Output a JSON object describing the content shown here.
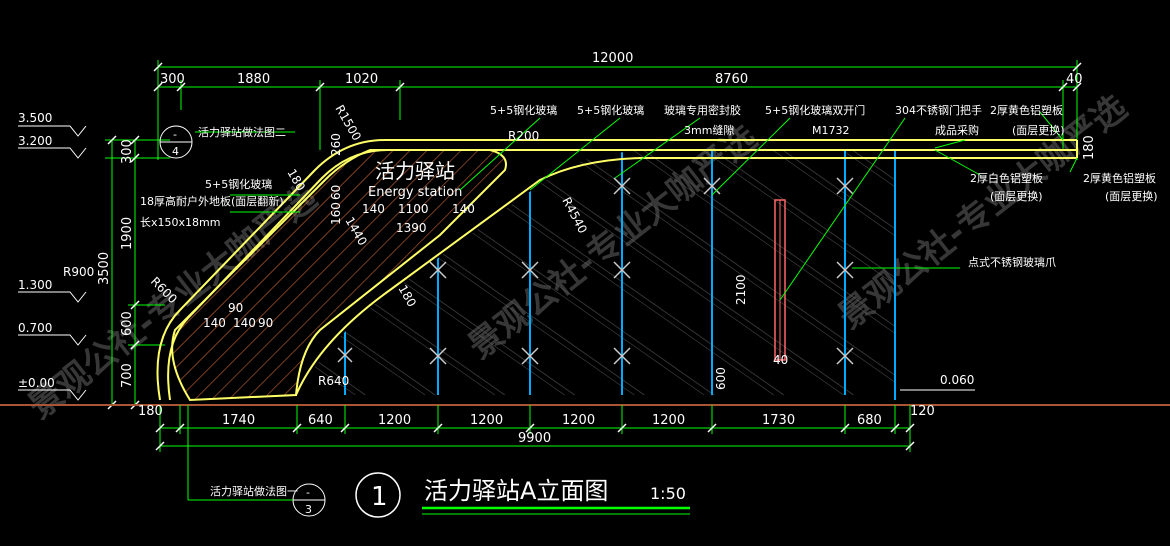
{
  "colors": {
    "background": "#000000",
    "dimension": "#ffffff",
    "roof": "#ffff66",
    "hatch": "#cc6633",
    "mullion": "#00aaff",
    "glass_hatch": "#8a8a8a",
    "green_line": "#00ff00",
    "handle": "#ff6666",
    "title_underline": "#00ff00"
  },
  "top_dims": {
    "overall": "12000",
    "segments": [
      "300",
      "1880",
      "1020",
      "8760",
      "40"
    ]
  },
  "bottom_dims": {
    "overall": "9900",
    "left": "180",
    "right": "120",
    "segments": [
      "1740",
      "640",
      "1200",
      "1200",
      "1200",
      "1200",
      "1730",
      "680"
    ]
  },
  "left_dims": {
    "outer": "3500",
    "upper": [
      "300",
      "1900"
    ],
    "lower": [
      "600",
      "700"
    ]
  },
  "levels": [
    "3.500",
    "3.200",
    "1.300",
    "0.700",
    "±0.00"
  ],
  "right_dim": "180",
  "callouts": {
    "detail_top": {
      "num": "-",
      "sheet": "4",
      "label": "活力驿站做法图二"
    },
    "detail_bottom": {
      "num": "-",
      "sheet": "3",
      "label": "活力驿站做法图一"
    },
    "glass1": "5+5钢化玻璃",
    "glass2": "5+5钢化玻璃",
    "glass3": "5+5钢化玻璃",
    "sealant": "玻璃专用密封胶",
    "gap": "3mm缝隙",
    "door": "5+5钢化玻璃双开门",
    "door_code": "M1732",
    "handle": "304不锈钢门把手",
    "handle2": "成品采购",
    "yellow_panel": "2厚黄色铝塑板",
    "yellow_panel_note": "(面层更换)",
    "white_panel": "2厚白色铝塑板",
    "white_panel_note": "(面层更换)",
    "yellow_panel2": "2厚黄色铝塑板",
    "yellow_panel2_note": "(面层更换)",
    "floor_board": "18厚高耐户外地板(面层翻新)",
    "floor_board_size": "长x150x18mm",
    "spider": "点式不锈钢玻璃爪",
    "sign_cn": "活力驿站",
    "sign_en": "Energy station"
  },
  "inner_dims": {
    "radii": [
      "R1500",
      "R200",
      "R4540",
      "R900",
      "R600",
      "R640"
    ],
    "sign_dims": [
      "140",
      "1100",
      "140",
      "1390"
    ],
    "small": [
      "260",
      "180",
      "160",
      "60",
      "1440",
      "180"
    ],
    "bench": [
      "90",
      "140",
      "140",
      "90"
    ],
    "door": [
      "2100",
      "600",
      "40"
    ],
    "floor_level": "0.060"
  },
  "title": {
    "number": "1",
    "text": "活力驿站A立面图",
    "scale": "1:50"
  },
  "watermarks": [
    "景观公社-专业大咖严选",
    "景观公社-专业大咖严选",
    "景观公社-专业大咖严选"
  ]
}
